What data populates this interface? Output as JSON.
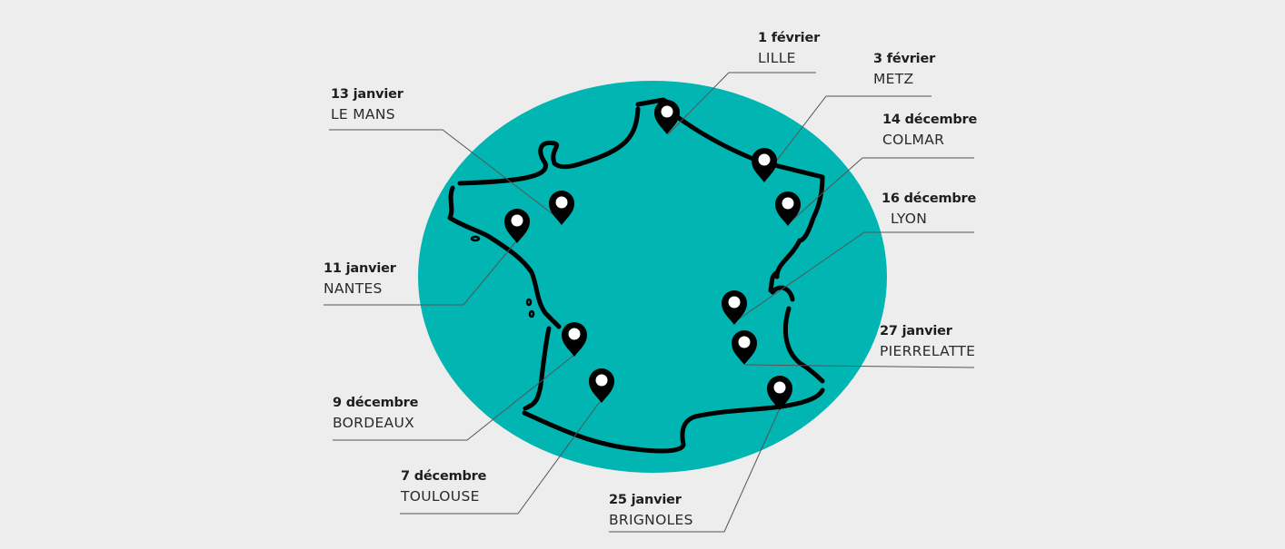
{
  "colors": {
    "background": "#eeeded",
    "circle": "#00b5b2",
    "outline": "#000000",
    "leader": "#555555"
  },
  "stops": [
    {
      "date": "1 février",
      "city": "LILLE"
    },
    {
      "date": "3 février",
      "city": "METZ"
    },
    {
      "date": "13 janvier",
      "city": "LE MANS"
    },
    {
      "date": "14 décembre",
      "city": "COLMAR"
    },
    {
      "date": "16 décembre",
      "city": "LYON"
    },
    {
      "date": "11 janvier",
      "city": "NANTES"
    },
    {
      "date": "27 janvier",
      "city": "PIERRELATTE"
    },
    {
      "date": "9 décembre",
      "city": "BORDEAUX"
    },
    {
      "date": "7 décembre",
      "city": "TOULOUSE"
    },
    {
      "date": "25 janvier",
      "city": "BRIGNOLES"
    }
  ],
  "icons": {
    "pin": "map-pin-icon"
  }
}
